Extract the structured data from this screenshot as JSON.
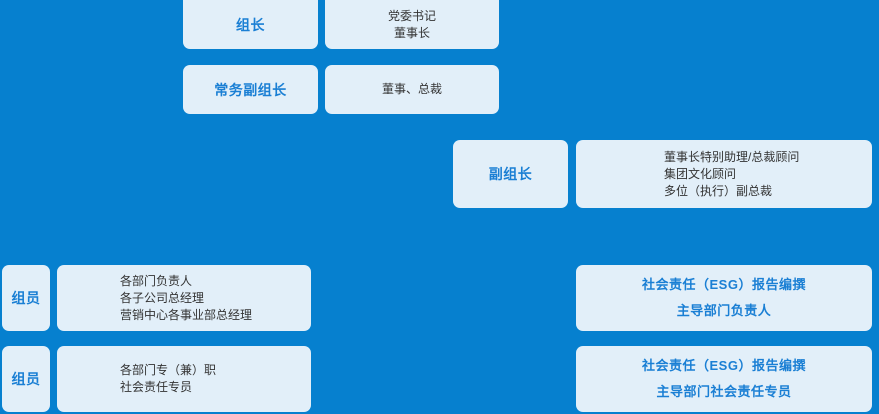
{
  "theme": {
    "background_color": "#0680cf",
    "card_color": "#e2eff9",
    "accent_text_color": "#1a7fd4",
    "body_text_color": "#333333"
  },
  "chart_title": "",
  "rows": [
    {
      "role": "组长",
      "details": [
        "党委书记",
        "董事长"
      ]
    },
    {
      "role": "常务副组长",
      "details": [
        "董事、总裁"
      ]
    },
    {
      "role": "副组长",
      "details": [
        "董事长特别助理/总裁顾问",
        "集团文化顾问",
        "多位（执行）副总裁"
      ]
    },
    {
      "role": "组员",
      "details": [
        "各部门负责人",
        "各子公司总经理",
        "营销中心各事业部总经理"
      ],
      "esg": [
        "社会责任（ESG）报告编撰",
        "主导部门负责人"
      ]
    },
    {
      "role": "组员",
      "details": [
        "各部门专（兼）职",
        "社会责任专员"
      ],
      "esg": [
        "社会责任（ESG）报告编撰",
        "主导部门社会责任专员"
      ]
    }
  ]
}
